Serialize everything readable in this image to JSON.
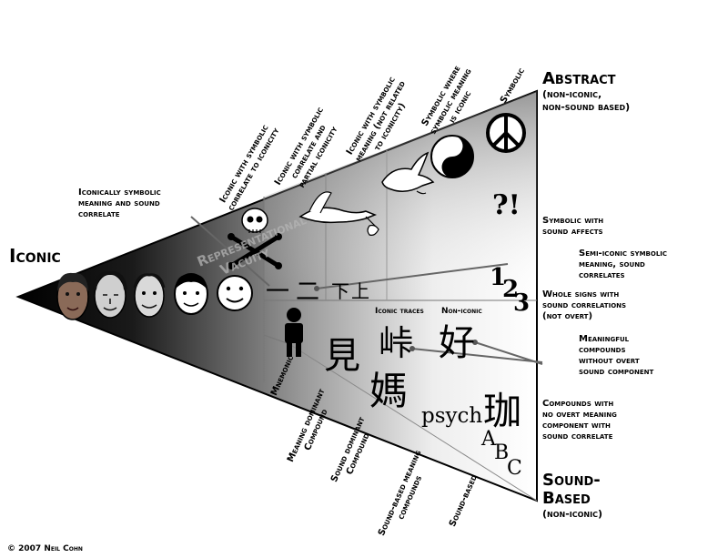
{
  "corners": {
    "iconic": "Iconic",
    "abstract": {
      "title": "Abstract",
      "sub": [
        "(non-iconic,",
        "non-sound based)"
      ]
    },
    "sound_based": {
      "title": [
        "Sound-",
        "Based"
      ],
      "sub": "(non-iconic)"
    }
  },
  "top_labels": {
    "symbolic": [
      "Symbolic"
    ],
    "symbolic_where_iconic": [
      "Symbolic where",
      "symbolic meaning",
      "is iconic"
    ],
    "iconic_with_symbolic_meaning": [
      "Iconic with symbolic",
      "meaning (not related",
      "to iconicity)"
    ],
    "iconic_partial": [
      "Iconic with symbolic",
      "correlate and",
      "partial iconicity"
    ],
    "iconic_correlate": [
      "Iconic with symbolic",
      "correlate to iconicity"
    ]
  },
  "left_label": [
    "Iconically symbolic",
    "meaning and sound",
    "correlate"
  ],
  "right_labels": {
    "symbolic_sound": [
      "Symbolic with",
      "sound affects"
    ],
    "semi_iconic": [
      "Semi-iconic symbolic",
      "meaning, sound",
      "correlates"
    ],
    "whole_signs": [
      "Whole signs with",
      "sound correlations",
      "(not overt)"
    ],
    "meaningful_compounds": [
      "Meaningful",
      "compounds",
      "without overt",
      "sound component"
    ],
    "compounds_overt": [
      "Compounds with",
      "no overt meaning",
      "component with",
      "sound correlate"
    ]
  },
  "bottom_labels": {
    "mnemonic": [
      "Mnemonic"
    ],
    "meaning_dominant": [
      "Meaning dominant",
      "Compound"
    ],
    "sound_dominant": [
      "Sound dominant",
      "Compound"
    ],
    "sound_based_meaning": [
      "Sound-based meaning",
      "compounds"
    ],
    "sound_based": [
      "Sound-based"
    ]
  },
  "inner_labels": {
    "iconic_traces": "Iconic traces",
    "non_iconic": "Non-iconic"
  },
  "watermark": [
    "Representational",
    "Vacuity"
  ],
  "glyphs": {
    "exclaim": "?!",
    "one": "1",
    "two": "2",
    "three": "3",
    "a": "A",
    "b": "B",
    "c": "C",
    "psych": "psych",
    "kanji_ichi": "一",
    "kanji_ni": "二",
    "kanji_shita": "下",
    "kanji_ue": "上",
    "kanji_mi": "見",
    "kanji_toge": "峠",
    "kanji_ma": "媽",
    "kanji_kou": "好",
    "kanji_ka": "珈"
  },
  "credit": "© 2007 Neil Cohn"
}
